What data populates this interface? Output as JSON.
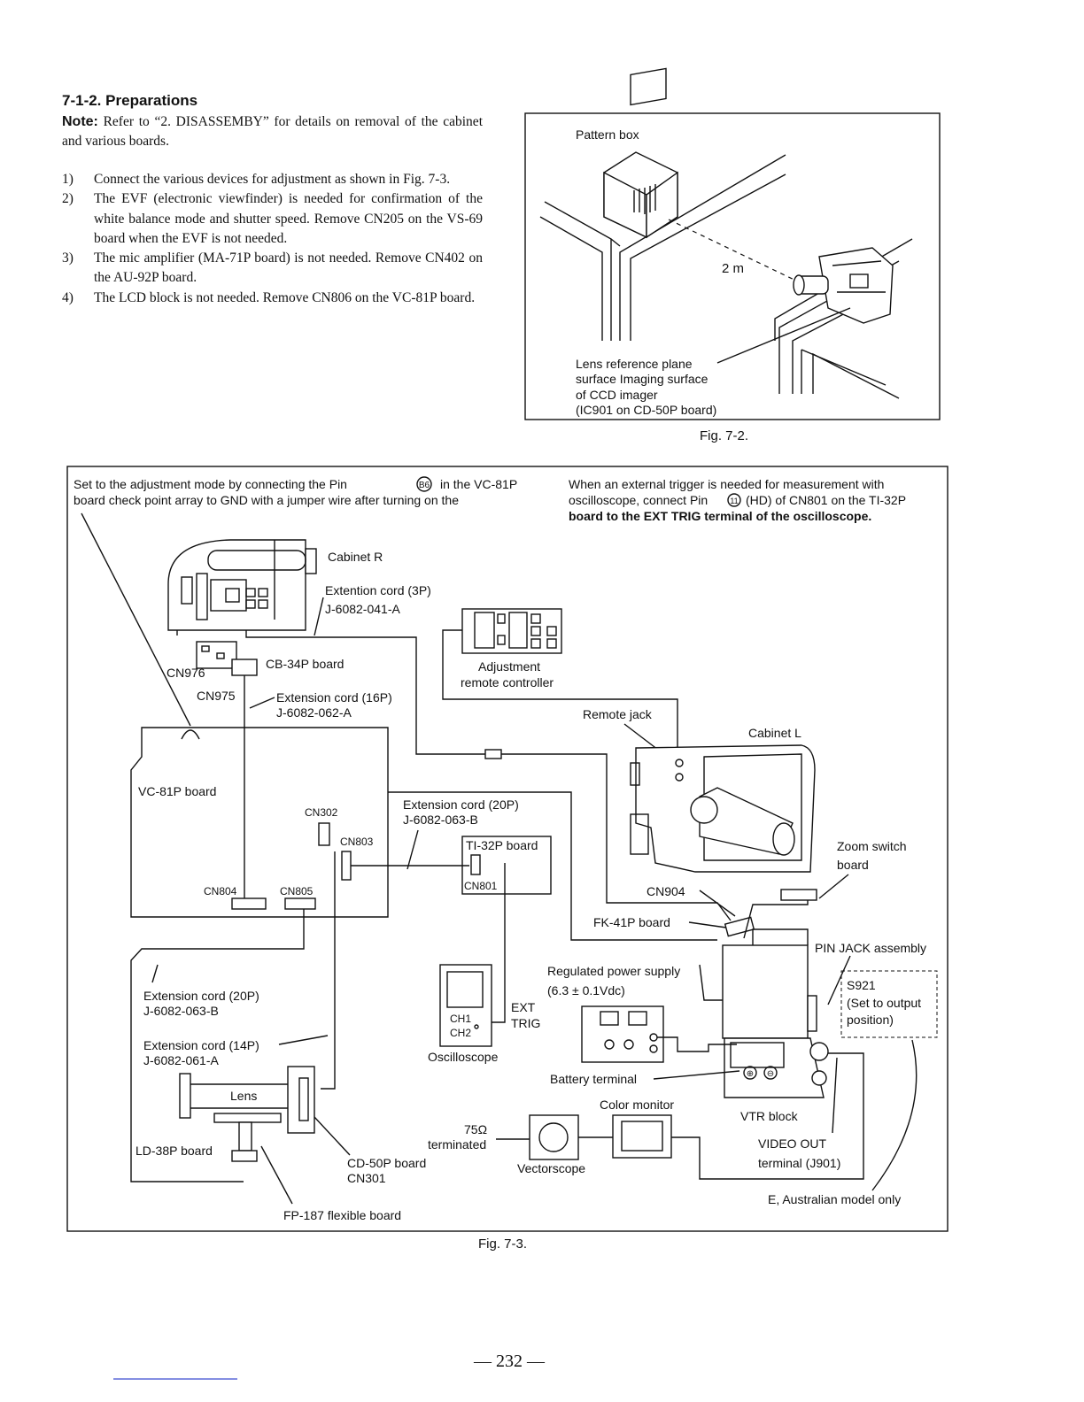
{
  "section": {
    "number": "7-1-2.",
    "title": "Preparations"
  },
  "note": {
    "label": "Note:",
    "text": "Refer to “2. DISASSEMBY” for details on removal of the cabinet and various boards."
  },
  "steps": [
    {
      "num": "1)",
      "text": "Connect the various devices for adjustment as shown in Fig. 7-3."
    },
    {
      "num": "2)",
      "text": "The EVF (electronic viewfinder) is needed for confirmation of the white balance mode and shutter speed. Remove CN205 on the VS-69 board when the EVF is not needed."
    },
    {
      "num": "3)",
      "text": "The mic amplifier (MA-71P board) is not needed. Remove CN402 on the AU-92P board."
    },
    {
      "num": "4)",
      "text": "The LCD block is not needed. Remove CN806 on the VC-81P board."
    }
  ],
  "fig72": {
    "pattern_box": "Pattern box",
    "distance": "2 m",
    "lens_ref_1": "Lens reference plane",
    "lens_ref_2": "surface Imaging surface",
    "lens_ref_3": "of CCD imager",
    "lens_ref_4": "(IC901 on CD-50P board)",
    "caption": "Fig. 7-2."
  },
  "fig73": {
    "intro_left_1": "Set to the adjustment mode by connecting the Pin",
    "pin_b6": "B6",
    "intro_left_1b": "in the VC-81P",
    "intro_left_2": "board check point array to GND with a jumper wire after turning on the",
    "intro_right_1": "When an external trigger is needed for measurement with",
    "intro_right_2a": "oscilloscope, connect Pin",
    "pin_11": "11",
    "intro_right_2b": "(HD) of CN801 on the TI-32P",
    "intro_right_3": "board to the EXT TRIG terminal of the oscilloscope.",
    "cabinet_r": "Cabinet R",
    "ext_cord_3p_1": "Extention cord (3P)",
    "ext_cord_3p_2": "J-6082-041-A",
    "cb34p": "CB-34P board",
    "cn976": "CN976",
    "cn975": "CN975",
    "ext_cord_16p_1": "Extension cord (16P)",
    "ext_cord_16p_2": "J-6082-062-A",
    "adj_remote_1": "Adjustment",
    "adj_remote_2": "remote controller",
    "remote_jack": "Remote jack",
    "cabinet_l": "Cabinet L",
    "vc81p": "VC-81P board",
    "cn302": "CN302",
    "cn803": "CN803",
    "cn804": "CN804",
    "cn805": "CN805",
    "ext_cord_20p_top_1": "Extension cord (20P)",
    "ext_cord_20p_top_2": "J-6082-063-B",
    "ti32p": "TI-32P board",
    "cn801": "CN801",
    "zoom_switch_1": "Zoom switch",
    "zoom_switch_2": "board",
    "cn904": "CN904",
    "fk41p": "FK-41P board",
    "pin_jack": "PIN JACK assembly",
    "reg_power_1": "Regulated power supply",
    "reg_power_2": "(6.3 ± 0.1Vdc)",
    "s921_1": "S921",
    "s921_2": "(Set to output",
    "s921_3": "position)",
    "ext_cord_20p_bot_1": "Extension cord (20P)",
    "ext_cord_20p_bot_2": "J-6082-063-B",
    "ext_cord_14p_1": "Extension cord (14P)",
    "ext_cord_14p_2": "J-6082-061-A",
    "ch1": "CH1",
    "ch2": "CH2",
    "ext_trig_1": "EXT",
    "ext_trig_2": "TRIG",
    "oscilloscope": "Oscilloscope",
    "battery_terminal": "Battery terminal",
    "lens": "Lens",
    "color_monitor": "Color monitor",
    "vtr_block": "VTR block",
    "ld38p": "LD-38P board",
    "terminated_1": "75Ω",
    "terminated_2": "terminated",
    "cd50p_1": "CD-50P board",
    "cd50p_2": "CN301",
    "vectorscope": "Vectorscope",
    "video_out_1": "VIDEO OUT",
    "video_out_2": "terminal (J901)",
    "e_australian": "E, Australian model only",
    "fp187": "FP-187 flexible board",
    "caption": "Fig. 7-3."
  },
  "page_number": "— 232 —"
}
